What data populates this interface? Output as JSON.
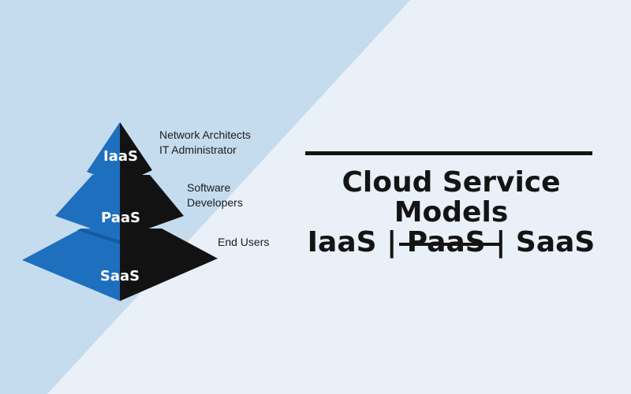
{
  "pyramid": {
    "tiers": [
      {
        "name": "IaaS",
        "users": [
          "Network Architects",
          "IT Administrator"
        ]
      },
      {
        "name": "PaaS",
        "users": [
          "Software",
          "Developers"
        ]
      },
      {
        "name": "SaaS",
        "users": [
          "End Users"
        ]
      }
    ]
  },
  "heading": {
    "line1": "Cloud Service Models",
    "line2": "IaaS | PaaS | SaaS"
  },
  "colors": {
    "background": "#e9f0f8",
    "diagonal_band": "#c5dcee",
    "pyramid_light": "#1f6fbf",
    "pyramid_dark": "#101010",
    "text": "#141414"
  }
}
